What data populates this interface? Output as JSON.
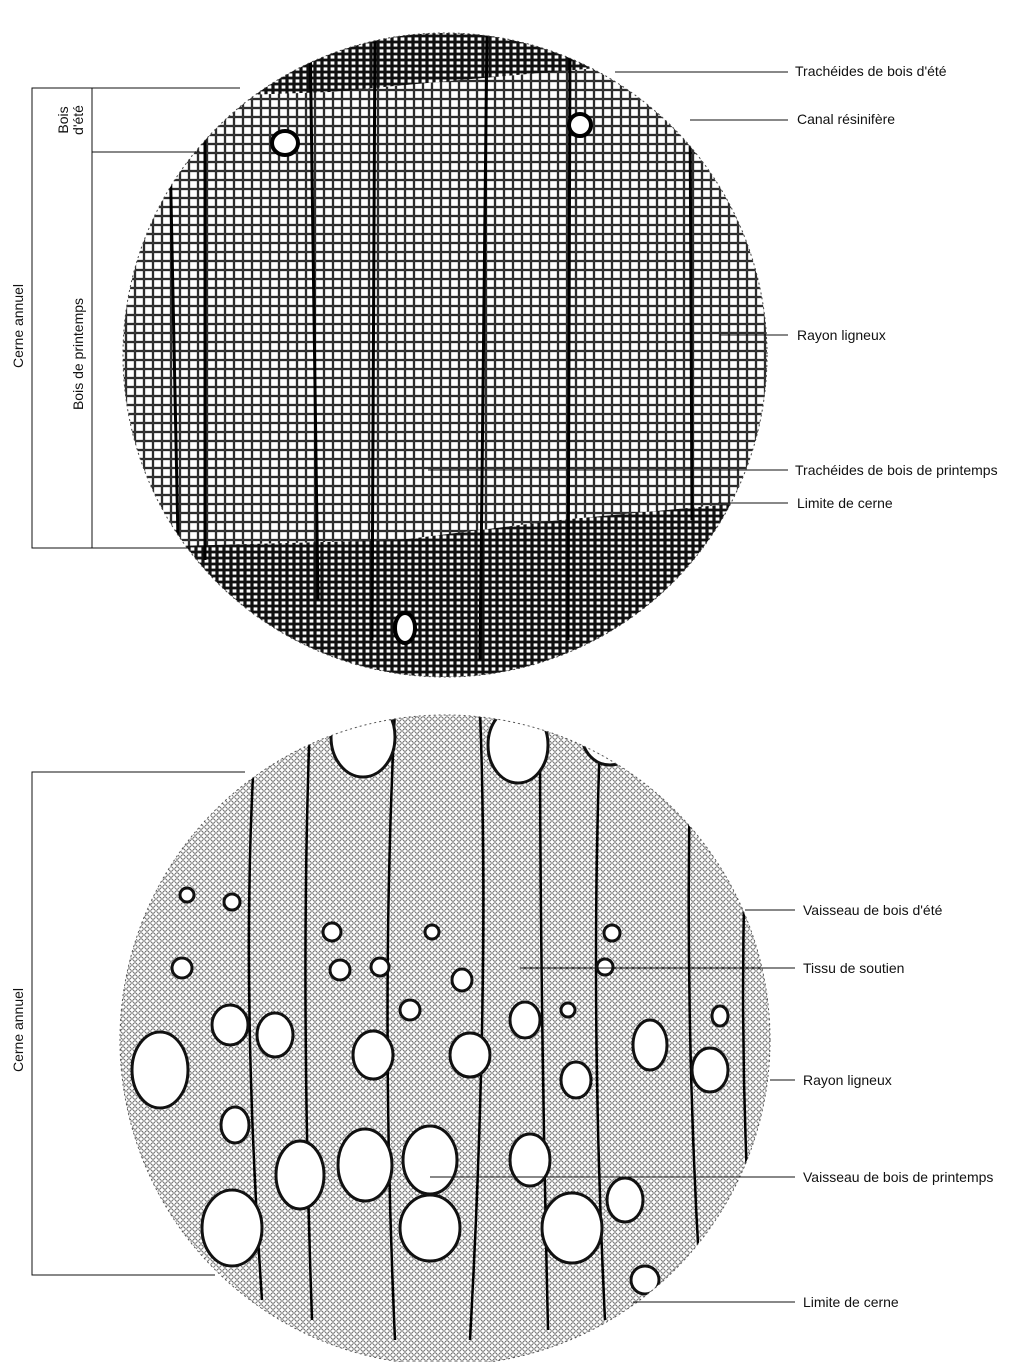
{
  "top_figure": {
    "labels": {
      "latewood_tracheids": "Trachéides de bois d'été",
      "resin_canal": "Canal résinifère",
      "wood_ray": "Rayon ligneux",
      "earlywood_tracheids": "Trachéides de bois de printemps",
      "ring_boundary": "Limite de cerne"
    },
    "side_labels": {
      "annual_ring": "Cerne annuel",
      "latewood_line1": "Bois",
      "latewood_line2": "d'été",
      "earlywood": "Bois de printemps"
    }
  },
  "bottom_figure": {
    "labels": {
      "latewood_vessel": "Vaisseau de bois d'été",
      "support_tissue": "Tissu de soutien",
      "wood_ray": "Rayon ligneux",
      "earlywood_vessel": "Vaisseau de bois de printemps",
      "ring_boundary": "Limite de cerne"
    },
    "side_labels": {
      "annual_ring": "Cerne annuel"
    }
  }
}
